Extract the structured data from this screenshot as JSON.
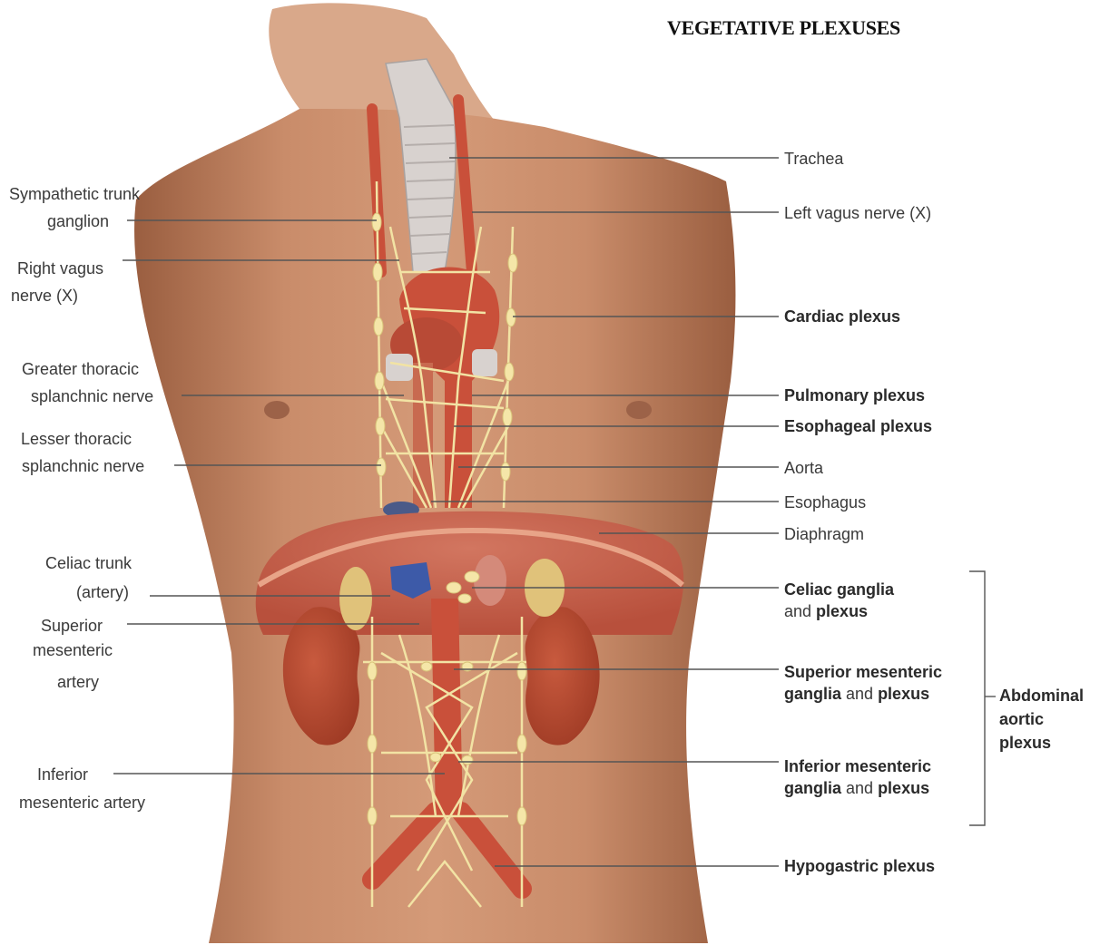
{
  "title": "VEGETATIVE PLEXUSES",
  "colors": {
    "skin": "#c98c6a",
    "skin_shadow": "#a86a4a",
    "artery": "#c9503a",
    "liver": "#c9624c",
    "kidney": "#b5462e",
    "nerve": "#f5e6a8",
    "trachea": "#d8d2cf",
    "leader_line": "#555555"
  },
  "labels_left": {
    "sympathetic_trunk_1": "Sympathetic trunk",
    "sympathetic_trunk_2": "ganglion",
    "right_vagus_1": "Right vagus",
    "right_vagus_2": "nerve (X)",
    "greater_splanchnic_1": "Greater thoracic",
    "greater_splanchnic_2": "splanchnic nerve",
    "lesser_splanchnic_1": "Lesser thoracic",
    "lesser_splanchnic_2": "splanchnic nerve",
    "celiac_trunk_1": "Celiac trunk",
    "celiac_trunk_2": "(artery)",
    "sup_mes_artery_1": "Superior",
    "sup_mes_artery_2": "mesenteric",
    "sup_mes_artery_3": "artery",
    "inf_mes_artery_1": "Inferior",
    "inf_mes_artery_2": "mesenteric artery"
  },
  "labels_right": {
    "trachea": "Trachea",
    "left_vagus": "Left vagus nerve (X)",
    "cardiac_plexus": "Cardiac plexus",
    "pulmonary_plexus": "Pulmonary plexus",
    "esophageal_plexus": "Esophageal plexus",
    "aorta": "Aorta",
    "esophagus": "Esophagus",
    "diaphragm": "Diaphragm",
    "celiac_1": "Celiac ganglia",
    "celiac_2a": "and ",
    "celiac_2b": "plexus",
    "sup_mes_1": "Superior mesenteric",
    "sup_mes_2a": "ganglia",
    "sup_mes_2b": " and ",
    "sup_mes_2c": "plexus",
    "inf_mes_1": "Inferior mesenteric",
    "inf_mes_2a": "ganglia",
    "inf_mes_2b": " and ",
    "inf_mes_2c": "plexus",
    "hypogastric": "Hypogastric plexus"
  },
  "bracket": {
    "line1": "Abdominal",
    "line2": "aortic",
    "line3": "plexus"
  }
}
